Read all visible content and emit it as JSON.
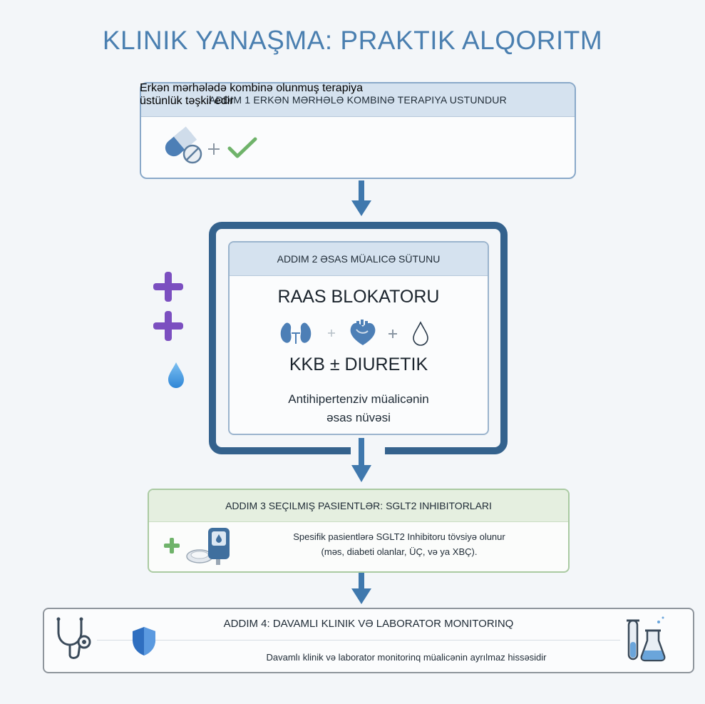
{
  "title": "KLINIK YANAŞMA: PRAKTIK ALQORITM",
  "step1": {
    "header": "ADDIM 1  ERKƏN MƏRHƏLƏ  KOMBINƏ TERAPIYA USTUNDUR",
    "description_lines": [
      "Erkən mərhələdə kombinə olunmuş terapiya",
      "üstünlük təşkil edir"
    ]
  },
  "step2": {
    "header": "ADDIM 2 ƏSAS MÜALICƏ SÜTUNU",
    "line1": "RAAS BLOKATORU",
    "line2": "KKB ± DIURETIK",
    "description_lines": [
      "Antihipertenziv müalicənin",
      "əsas nüvəsi"
    ]
  },
  "step3": {
    "header": "ADDIM 3 SEÇILMIŞ PASIENTLƏR: SGLT2 INHIBITORLARI",
    "description_lines": [
      "Spesifik pasientlərə SGLT2 Inhibitoru tövsiyə olunur",
      "(məs, diabeti olanlar, ÜÇ, və ya XBÇ)."
    ]
  },
  "step4": {
    "header": "ADDIM 4: DAVAMLI KLINIK VƏ LABORATOR MONITORINQ",
    "description": "Davamlı klinik və laborator monitorinq müalicənin ayrılmaz hissəsidir"
  },
  "colors": {
    "title": "#4a7fb0",
    "arrow": "#3f78ad",
    "frame": "#34628d",
    "purple_plus": "#7b4fc0",
    "green": "#6fb36a",
    "header_blue": "#d5e2ef",
    "header_green": "#e5efe0"
  },
  "icons": [
    "pill-capsule-icon",
    "plus-icon",
    "checkmark-icon",
    "kidney-icon",
    "heart-icon",
    "water-drop-icon",
    "glucose-meter-icon",
    "stethoscope-icon",
    "shield-icon",
    "test-tube-flask-icon"
  ]
}
